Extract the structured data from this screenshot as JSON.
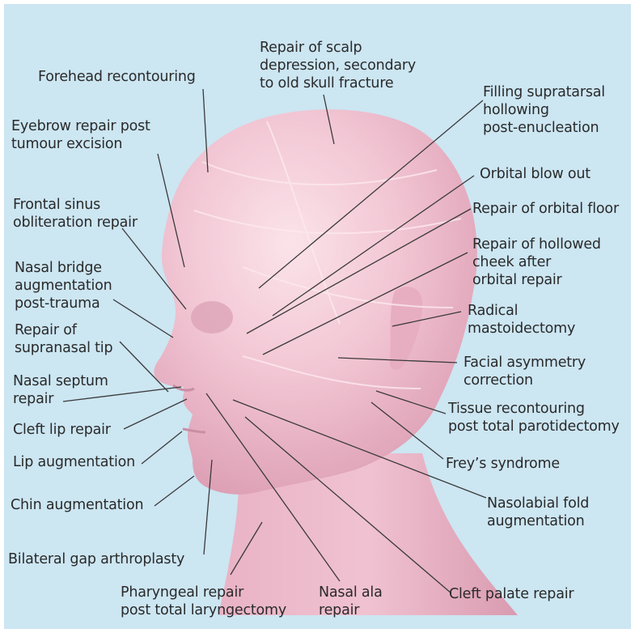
{
  "colors": {
    "background": "#cce6f2",
    "head_skin": "#f2c9d6",
    "head_shadow": "#d999ae",
    "leader_line": "#3a3a3a",
    "label_text": "#2a2a2a"
  },
  "labels": {
    "scalp_depression": "Repair of scalp\ndepression, secondary\nto old skull fracture",
    "forehead": "Forehead recontouring",
    "eyebrow": "Eyebrow repair post\ntumour excision",
    "frontal_sinus": "Frontal sinus\nobliteration repair",
    "nasal_bridge": "Nasal bridge\naugmentation\npost-trauma",
    "supranasal_tip": "Repair of\nsupranasal tip",
    "nasal_septum": "Nasal septum\nrepair",
    "cleft_lip": "Cleft lip repair",
    "lip_aug": "Lip augmentation",
    "chin_aug": "Chin augmentation",
    "bilateral_gap": "Bilateral gap arthroplasty",
    "pharyngeal": "Pharyngeal repair\npost total laryngectomy",
    "nasal_ala": "Nasal ala\nrepair",
    "cleft_palate": "Cleft palate repair",
    "nasolabial": "Nasolabial fold\naugmentation",
    "frey": "Frey’s syndrome",
    "tissue_recontouring": "Tissue recontouring\npost total parotidectomy",
    "facial_asymmetry": "Facial asymmetry\ncorrection",
    "mastoidectomy": "Radical\nmastoidectomy",
    "hollowed_cheek": "Repair of hollowed\ncheek after\norbital repair",
    "orbital_floor": "Repair of orbital floor",
    "orbital_blowout": "Orbital blow out",
    "supratarsal": "Filling supratarsal\nhollowing\npost-enucleation"
  }
}
